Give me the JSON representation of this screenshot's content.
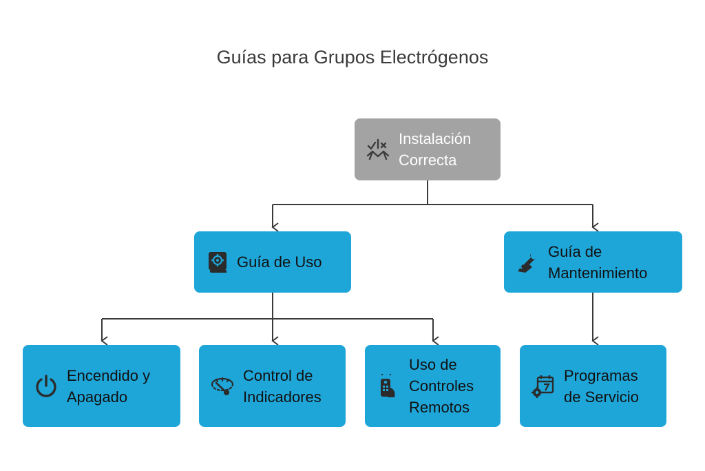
{
  "title": "Guías para Grupos Electrógenos",
  "nodes": {
    "root": {
      "label": "Instalación\nCorrecta",
      "icon": "checklist-tools-icon",
      "color": "#a3a3a3"
    },
    "uso": {
      "label": "Guía de Uso",
      "icon": "manual-book-icon",
      "color": "#1fa6d9"
    },
    "mantenimiento": {
      "label": "Guía de\nMantenimiento",
      "icon": "wrench-hand-icon",
      "color": "#1fa6d9"
    },
    "encendido": {
      "label": "Encendido y\nApagado",
      "icon": "power-icon",
      "color": "#1fa6d9"
    },
    "indicadores": {
      "label": "Control de\nIndicadores",
      "icon": "gauge-icon",
      "color": "#1fa6d9"
    },
    "remotos": {
      "label": "Uso de\nControles\nRemotos",
      "icon": "remote-control-icon",
      "color": "#1fa6d9"
    },
    "programas": {
      "label": "Programas\nde Servicio",
      "icon": "calendar-gear-icon",
      "color": "#1fa6d9"
    }
  }
}
